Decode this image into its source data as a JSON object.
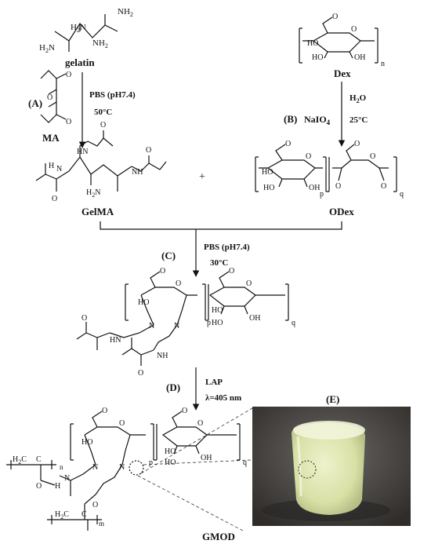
{
  "labels": {
    "gelatin": "gelatin",
    "ma": "MA",
    "dex": "Dex",
    "gelma": "GelMA",
    "odex": "ODex",
    "gmod": "GMOD",
    "plus": "+"
  },
  "steps": {
    "a": {
      "letter": "(A)",
      "cond1": "PBS (pH7.4)",
      "cond2": "50°C"
    },
    "b": {
      "letter": "(B)",
      "reagent": "NaIO",
      "reagent_sub": "4",
      "cond1": "H",
      "cond1_sub": "2",
      "cond1_tail": "O",
      "cond2": "25°C"
    },
    "c": {
      "letter": "(C)",
      "cond1": "PBS (pH7.4)",
      "cond2": "30°C"
    },
    "d": {
      "letter": "(D)",
      "cond1": "LAP",
      "cond2": "λ=405 nm"
    },
    "e": {
      "letter": "(E)"
    }
  },
  "atoms": {
    "nh2": "NH",
    "two": "2",
    "h2n": "H",
    "n_letter": "N",
    "o": "O",
    "ho": "HO",
    "oh": "OH",
    "h": "H",
    "n_sub": "n",
    "p_sub": "p",
    "q_sub": "q",
    "m_sub": "m",
    "h2c": "H",
    "c": "C",
    "hn": "HN",
    "nh": "NH"
  },
  "colors": {
    "ink": "#111111",
    "gel": "#dfe6b0",
    "photo_bg": "#4a4744"
  }
}
